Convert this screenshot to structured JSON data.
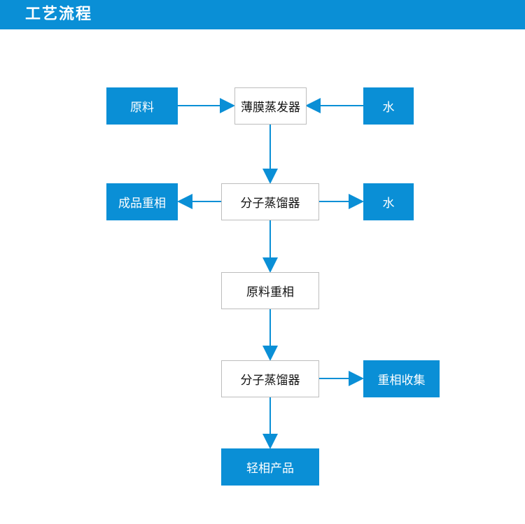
{
  "header": {
    "title": "工艺流程",
    "color": "#0a8fd6"
  },
  "colors": {
    "accent": "#0a8fd6",
    "text_dark": "#111111",
    "border": "#bdbdbd"
  },
  "flow": {
    "raw_material": "原料",
    "thin_film_evaporator": "薄膜蒸发器",
    "water_1": "水",
    "product_heavy_phase": "成品重相",
    "molecular_distiller_1": "分子蒸馏器",
    "water_2": "水",
    "raw_heavy_phase": "原料重相",
    "molecular_distiller_2": "分子蒸馏器",
    "heavy_phase_collection": "重相收集",
    "light_phase_product": "轻相产品"
  }
}
